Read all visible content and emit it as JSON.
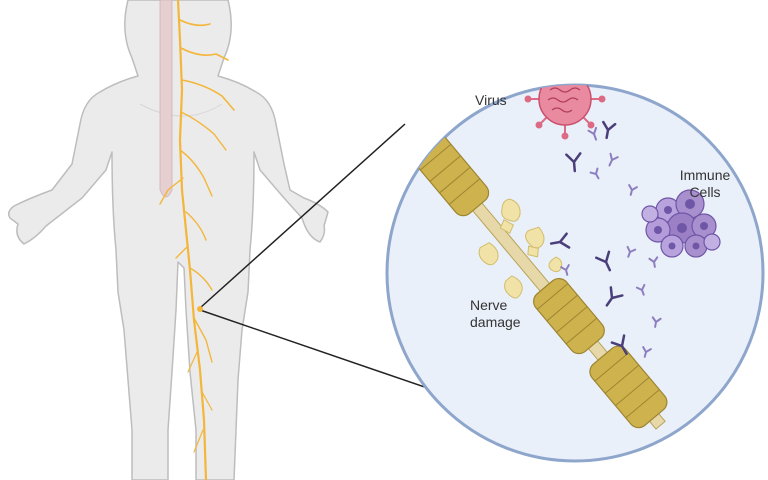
{
  "labels": {
    "virus": "Virus",
    "immune_line1": "Immune",
    "immune_line2": "Cells",
    "nerve_line1": "Nerve",
    "nerve_line2": "damage"
  },
  "colors": {
    "body_fill": "#ebebeb",
    "body_stroke": "#bdbdbd",
    "spine": "#e5cfd0",
    "nerve": "#f3b63a",
    "zoom_fill": "#eaf0fa",
    "zoom_border": "#8ea6cc",
    "axon": "#e6d8a8",
    "myelin": "#cdb24e",
    "myelin_dark": "#9d8530",
    "debris": "#f1e2a8",
    "virus": "#dc6a84",
    "antibody": "#4a3f7a",
    "antibody_light": "#8d7fbf",
    "immune": "#a890cf"
  },
  "icons": [
    "human-body-icon",
    "spinal-cord-icon",
    "peripheral-nerve-icon",
    "virus-icon",
    "antibody-icon",
    "immune-cell-cluster-icon",
    "myelinated-axon-icon"
  ]
}
